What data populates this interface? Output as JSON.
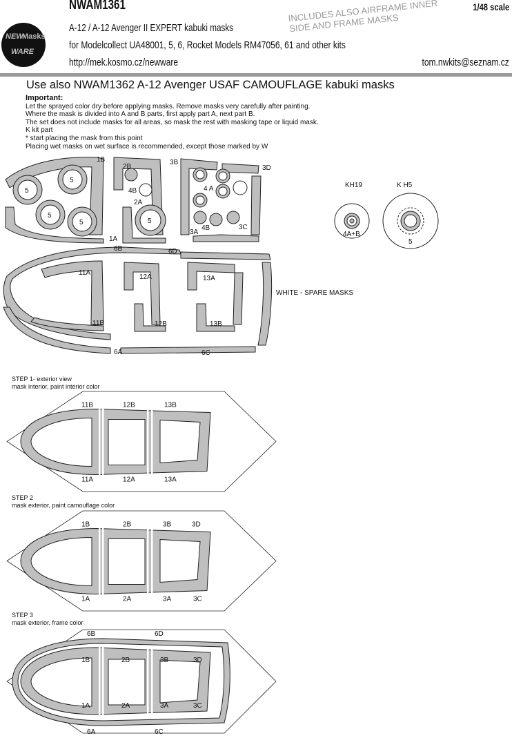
{
  "header": {
    "code": "NWAM1361",
    "scale": "1/48 scale",
    "title": "A-12 / A-12 Avenger II EXPERT kabuki masks",
    "kits": "for Modelcollect UA48001, 5, 6, Rocket Models RM47056, 61 and other kits",
    "url": "http://mek.kosmo.cz/newware",
    "email": "tom.nwkits@seznam.cz",
    "includes_line1": "INCLUDES ALSO AIRFRAME INNER",
    "includes_line2": "SIDE AND FRAME MASKS",
    "logo": {
      "new": "NEW",
      "masks": "Masks",
      "ware": "WARE"
    }
  },
  "use_also": "Use also NWAM1362 A-12 Avenger USAF CAMOUFLAGE kabuki masks",
  "important": {
    "heading": "Important:",
    "lines": [
      "Let the sprayed color dry before applying masks. Remove masks very carefully after painting.",
      "Where the mask is divided into A and B parts, first apply part A, next part B.",
      "The set does not include masks for all areas, so mask the rest with masking tape or liquid mask.",
      "K kit part",
      "* start placing the mask from this point",
      "Placing wet masks on wet surface is recommended, except those marked by W"
    ]
  },
  "sheet_labels": {
    "l1B": "1B",
    "l2B": "2B",
    "l3B": "3B",
    "l3D": "3D",
    "l4B": "4B",
    "l4A": "4 A",
    "l2A": "2A",
    "l3A": "3A",
    "l4B2": "4B",
    "l3C": "3C",
    "l1A": "1A",
    "l6B": "6B",
    "l6D": "6D",
    "l11A": "11A",
    "l12A": "12A",
    "l13A": "13A",
    "l11B": "11B",
    "l12B": "12B",
    "l13B": "13B",
    "l6A": "6A",
    "l6C": "6C",
    "five": "5",
    "kh19": "KH19",
    "kh5": "K H5",
    "kh19_part": "4A+B",
    "kh5_part": "5",
    "spare": "WHITE - SPARE MASKS"
  },
  "steps": [
    {
      "title": "STEP 1- exterior view",
      "desc": "mask interior, paint interior color",
      "labels": {
        "top": [
          "11B",
          "12B",
          "13B"
        ],
        "bottom": [
          "11A",
          "12A",
          "13A"
        ]
      }
    },
    {
      "title": "STEP 2",
      "desc": "mask exterior, paint camouflage color",
      "labels": {
        "top": [
          "1B",
          "2B",
          "3B",
          "3D"
        ],
        "bottom": [
          "1A",
          "2A",
          "3A",
          "3C"
        ]
      }
    },
    {
      "title": "STEP 3",
      "desc": "mask exterior, frame color",
      "labels": {
        "top": [
          "6B",
          "6D"
        ],
        "inner_top": [
          "1B",
          "2B",
          "3B",
          "3D"
        ],
        "inner_bottom": [
          "1A",
          "2A",
          "3A",
          "3C"
        ],
        "bottom": [
          "6A",
          "6C"
        ]
      }
    }
  ],
  "colors": {
    "mask": "#bfbfbf",
    "outline": "#222222",
    "bar": "#999999"
  }
}
